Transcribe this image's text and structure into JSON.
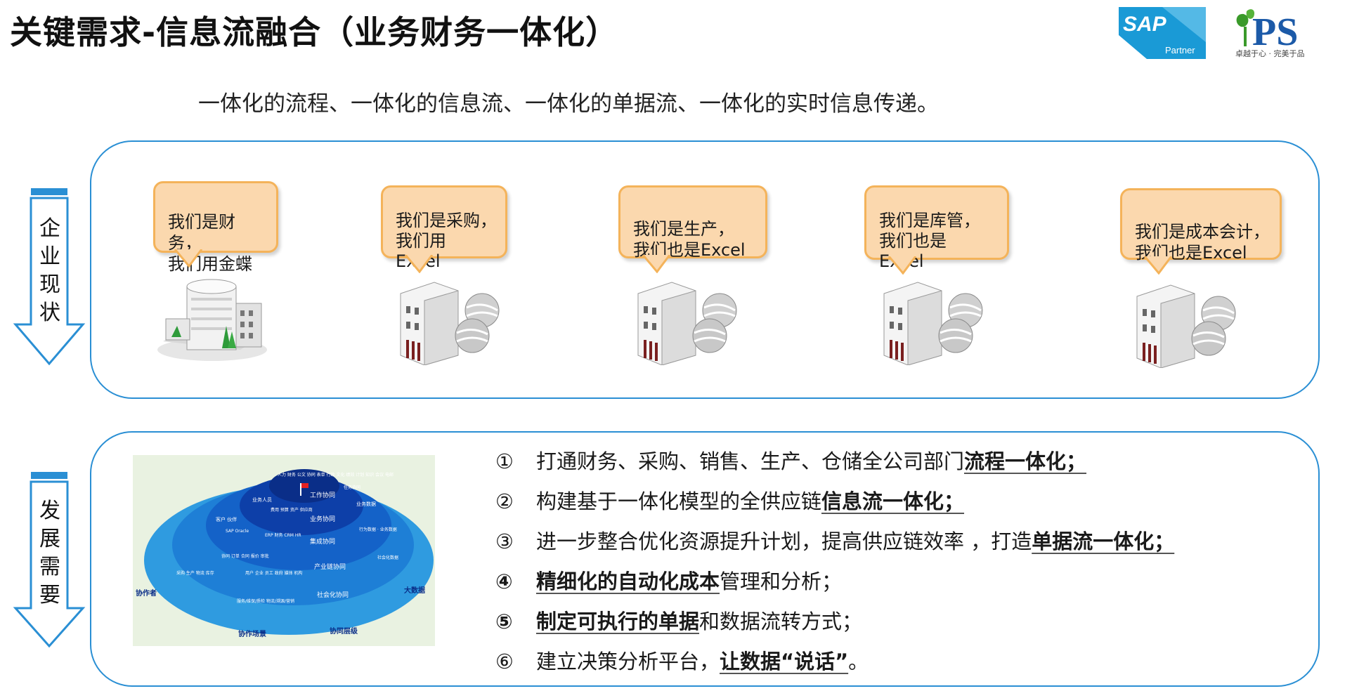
{
  "title": "关键需求-信息流融合（业务财务一体化）",
  "subtitle": "一体化的流程、一体化的信息流、一体化的单据流、一体化的实时信息传递。",
  "logos": {
    "sap_text": "SAP",
    "sap_partner": "Partner",
    "ips_text": "PS",
    "ips_slogan": "卓越于心 · 完美于品"
  },
  "current_state": {
    "label": "企业现状",
    "departments": [
      {
        "text": "我们是财务，\n我们用金蝶",
        "icon": "office-building-icon"
      },
      {
        "text": "我们是采购，\n我们用\nExcel",
        "icon": "server-building-icon"
      },
      {
        "text": "我们是生产，\n我们也是Excel",
        "icon": "server-building-icon"
      },
      {
        "text": "我们是库管，\n我们也是\nExcel",
        "icon": "server-building-icon"
      },
      {
        "text": "我们是成本会计，\n我们也是Excel",
        "icon": "server-building-icon"
      }
    ]
  },
  "needs_section": {
    "label": "发展需要",
    "pyramid": {
      "levels": [
        "工作协同",
        "业务协同",
        "集成协同",
        "产业链协同",
        "社会化协同"
      ],
      "labels": [
        "协作者",
        "协作场景",
        "协同层级",
        "大数据"
      ],
      "top_text": "人力 财务 公文 协同 表单 行政 文化 绩效 计划 知识 会议 电邮",
      "items": [
        "业务人员",
        "费用 预算 资产 供应商",
        "任务协同",
        "业务数据",
        "客户 伙伴",
        "ERP  财务 CRM  HR",
        "SAP  Oracle",
        "行为数据 · 业务数据",
        "协同  订单 合同  报价 审批",
        "采购 生产 物流 库存",
        "社会化数据",
        "用户 企业 员工 政府 媒体 机构",
        "服务/维保/质检 物流/溯源/营销"
      ]
    },
    "items": [
      {
        "num": "①",
        "text": "打通财务、采购、销售、生产、仓储全公司部门",
        "highlight": "流程一体化；",
        "tail": ""
      },
      {
        "num": "②",
        "text": "构建基于一体化模型的全供应链",
        "highlight": "信息流一体化；",
        "tail": ""
      },
      {
        "num": "③",
        "text": "进一步整合优化资源提升计划，提高供应链效率 ，打造",
        "highlight": "单据流一体化；",
        "tail": ""
      },
      {
        "num": "④",
        "text": "",
        "highlight": "精细化的自动化成本",
        "tail": "管理和分析；"
      },
      {
        "num": "⑤",
        "text": "",
        "highlight": "制定可执行的单据",
        "tail": "和数据流转方式；"
      },
      {
        "num": "⑥",
        "text": "建立决策分析平台，",
        "highlight": "让数据“说话”",
        "tail": "。"
      }
    ]
  },
  "colors": {
    "panel_border": "#2a8fd4",
    "bubble_fill": "#fbd8ae",
    "bubble_border": "#f4b35a",
    "arrow_stroke": "#2a8fd4"
  }
}
